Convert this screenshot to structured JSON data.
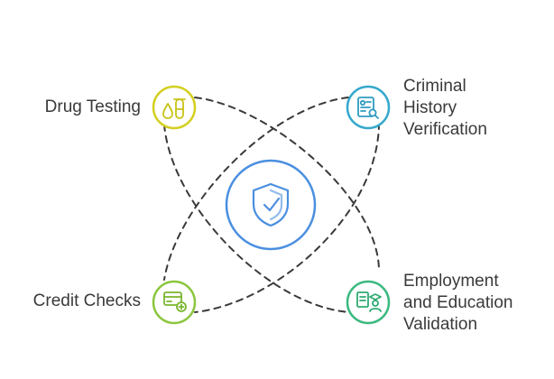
{
  "nodes": {
    "drug_testing": {
      "lines": [
        "Drug Testing"
      ],
      "color": "#d4cf1f",
      "icon": "drug-test-icon"
    },
    "criminal": {
      "lines": [
        "Criminal",
        "History",
        "Verification"
      ],
      "color": "#35a8cc",
      "icon": "id-card-search-icon"
    },
    "credit_checks": {
      "lines": [
        "Credit Checks"
      ],
      "color": "#8cc63f",
      "icon": "credit-card-add-icon"
    },
    "employment": {
      "lines": [
        "Employment",
        "and Education",
        "Validation"
      ],
      "color": "#3bb980",
      "icon": "documents-graduate-icon"
    }
  },
  "center": {
    "color": "#4a8fe0",
    "icon": "shield-check-icon"
  },
  "connector": {
    "color": "#3a3a3a",
    "style": "dashed"
  }
}
